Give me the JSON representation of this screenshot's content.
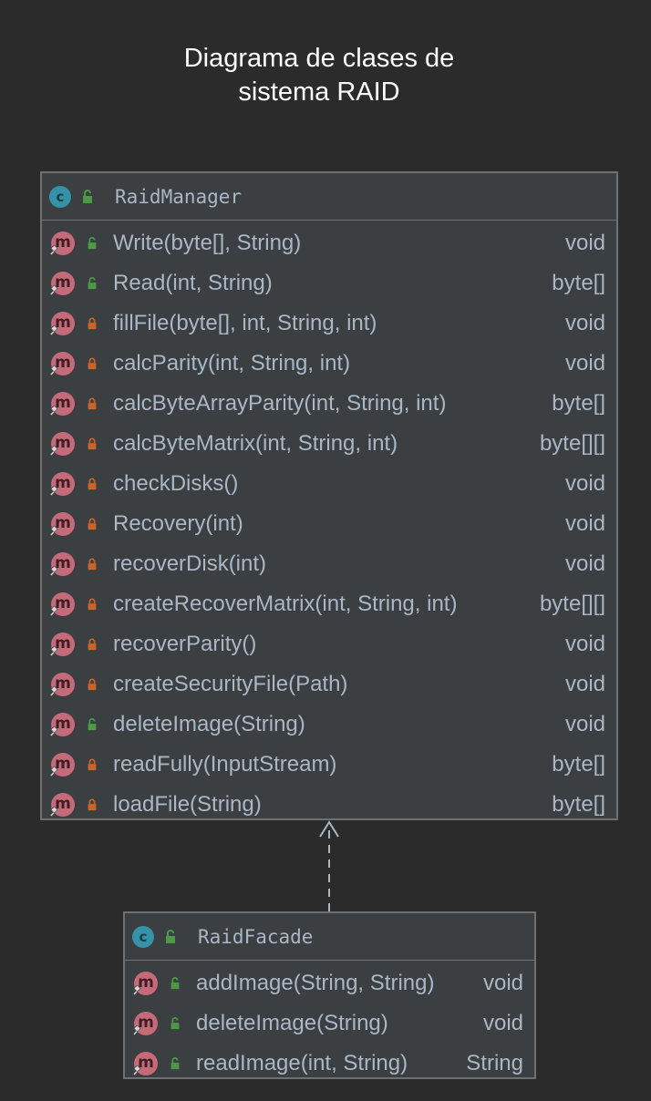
{
  "title": {
    "line1": "Diagrama de clases de",
    "line2": "sistema RAID"
  },
  "colors": {
    "background": "#2b2b2b",
    "box_fill": "#3c3f41",
    "box_border": "#6e7072",
    "text": "#a9b7c6",
    "class_icon": "#3592a8",
    "method_icon": "#c56a78",
    "public_lock": "#4c9a46",
    "private_lock": "#c8642a"
  },
  "classes": [
    {
      "name": "RaidManager",
      "visibility": "public",
      "methods": [
        {
          "signature": "Write(byte[], String)",
          "returns": "void",
          "visibility": "public"
        },
        {
          "signature": "Read(int, String)",
          "returns": "byte[]",
          "visibility": "public"
        },
        {
          "signature": "fillFile(byte[], int, String, int)",
          "returns": "void",
          "visibility": "private"
        },
        {
          "signature": "calcParity(int, String, int)",
          "returns": "void",
          "visibility": "private"
        },
        {
          "signature": "calcByteArrayParity(int, String, int)",
          "returns": "byte[]",
          "visibility": "private"
        },
        {
          "signature": "calcByteMatrix(int, String, int)",
          "returns": "byte[][]",
          "visibility": "private"
        },
        {
          "signature": "checkDisks()",
          "returns": "void",
          "visibility": "private"
        },
        {
          "signature": "Recovery(int)",
          "returns": "void",
          "visibility": "private"
        },
        {
          "signature": "recoverDisk(int)",
          "returns": "void",
          "visibility": "private"
        },
        {
          "signature": "createRecoverMatrix(int, String, int)",
          "returns": "byte[][]",
          "visibility": "private"
        },
        {
          "signature": "recoverParity()",
          "returns": "void",
          "visibility": "private"
        },
        {
          "signature": "createSecurityFile(Path)",
          "returns": "void",
          "visibility": "private"
        },
        {
          "signature": "deleteImage(String)",
          "returns": "void",
          "visibility": "public"
        },
        {
          "signature": "readFully(InputStream)",
          "returns": "byte[]",
          "visibility": "private"
        },
        {
          "signature": "loadFile(String)",
          "returns": "byte[]",
          "visibility": "private"
        }
      ]
    },
    {
      "name": "RaidFacade",
      "visibility": "public",
      "methods": [
        {
          "signature": "addImage(String, String)",
          "returns": "void",
          "visibility": "public"
        },
        {
          "signature": "deleteImage(String)",
          "returns": "void",
          "visibility": "public"
        },
        {
          "signature": "readImage(int, String)",
          "returns": "String",
          "visibility": "public"
        }
      ]
    }
  ],
  "relations": [
    {
      "from": "RaidFacade",
      "to": "RaidManager",
      "style": "dashed-open-arrow"
    }
  ]
}
